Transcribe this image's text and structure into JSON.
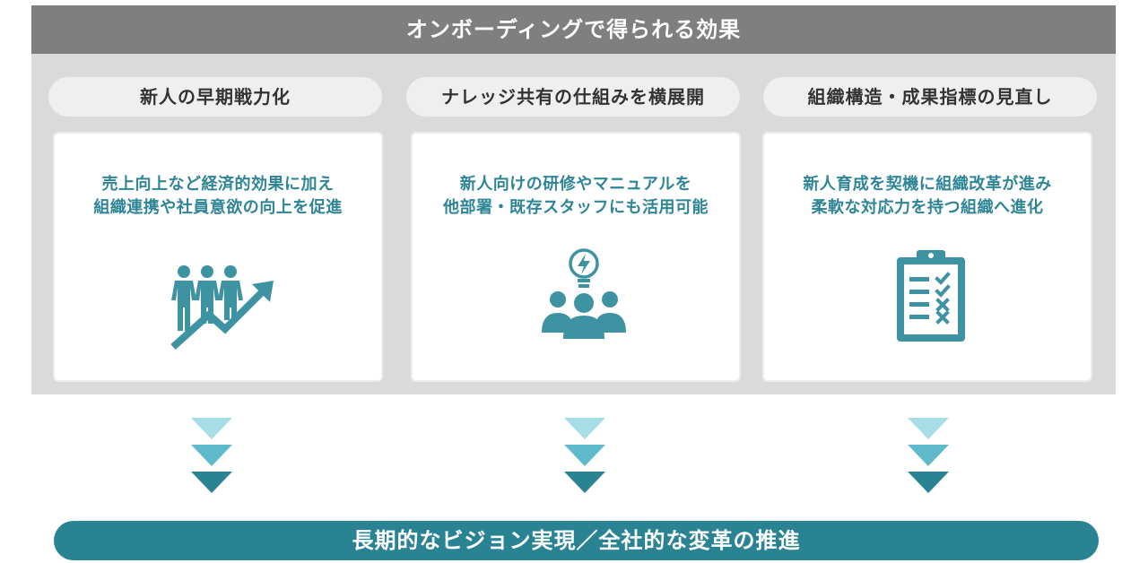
{
  "header": {
    "title": "オンボーディングで得られる効果"
  },
  "columns": [
    {
      "title": "新人の早期戦力化",
      "lines": [
        "売上向上など経済的効果に加え",
        "組織連携や社員意欲の向上を促進"
      ],
      "icon": "people-growth-icon"
    },
    {
      "title": "ナレッジ共有の仕組みを横展開",
      "lines": [
        "新人向けの研修やマニュアルを",
        "他部署・既存スタッフにも活用可能"
      ],
      "icon": "team-idea-icon"
    },
    {
      "title": "組織構造・成果指標の見直し",
      "lines": [
        "新人育成を契機に組織改革が進み",
        "柔軟な対応力を持つ組織へ進化"
      ],
      "icon": "clipboard-checklist-icon"
    }
  ],
  "footer": {
    "text": "長期的なビジョン実現／全社的な変革の推進"
  },
  "colors": {
    "panel": "#dadada",
    "header": "#7f7f7f",
    "accent": "#2a8393",
    "arrow_light": "#a7dde6",
    "arrow_mid": "#5fbacb",
    "arrow_dark": "#2a8393"
  }
}
